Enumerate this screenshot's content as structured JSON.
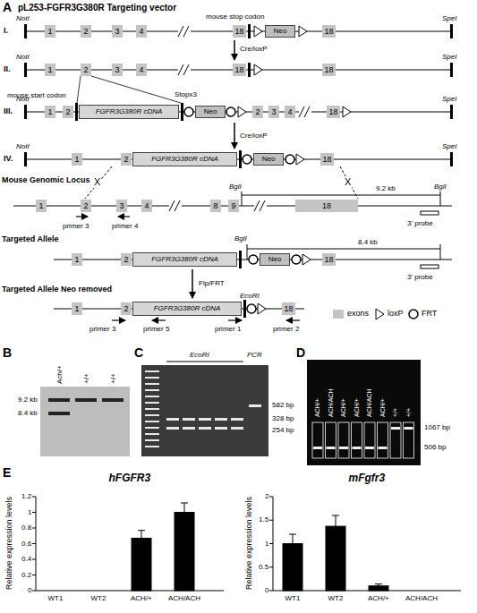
{
  "diagram": {
    "nodes": [
      {
        "text": [
          "1"
        ]
      },
      {
        "text": [
          "2"
        ]
      },
      {
        "text": [
          "3"
        ]
      },
      {
        "text": [
          "4"
        ]
      },
      {
        "text": [
          "18"
        ]
      },
      {
        "text": [
          "Neo"
        ]
      },
      {
        "text": [
          "18"
        ]
      },
      {
        "text": [
          "1"
        ]
      },
      {
        "text": [
          "2"
        ]
      },
      {
        "text": [
          "3"
        ]
      },
      {
        "text": [
          "4"
        ]
      },
      {
        "text": [
          "18"
        ]
      },
      {
        "text": [
          "18"
        ]
      },
      {
        "text": [
          "1"
        ]
      },
      {
        "text": [
          "2"
        ]
      },
      {
        "text": [
          "FGFR3G380R cDNA"
        ]
      },
      {
        "text": [
          "Neo"
        ]
      },
      {
        "text": [
          "2"
        ]
      },
      {
        "text": [
          "3"
        ]
      },
      {
        "text": [
          "4"
        ]
      },
      {
        "text": [
          "18"
        ]
      },
      {
        "text": [
          "1"
        ]
      },
      {
        "text": [
          "2"
        ]
      },
      {
        "text": [
          "FGFR3G380R cDNA"
        ]
      },
      {
        "text": [
          "Neo"
        ]
      },
      {
        "text": [
          "18"
        ]
      },
      {
        "text": [
          "1"
        ]
      },
      {
        "text": [
          "2"
        ]
      },
      {
        "text": [
          "3"
        ]
      },
      {
        "text": [
          "4"
        ]
      },
      {
        "text": [
          "8"
        ]
      },
      {
        "text": [
          "9"
        ]
      },
      {
        "text": [
          "18"
        ]
      },
      {
        "text": [
          "1"
        ]
      },
      {
        "text": [
          "2"
        ]
      },
      {
        "text": [
          "FGFR3G380R cDNA"
        ]
      },
      {
        "text": [
          "Neo"
        ]
      },
      {
        "text": [
          "18"
        ]
      },
      {
        "text": [
          "1"
        ]
      },
      {
        "text": [
          "2"
        ]
      },
      {
        "text": [
          "FGFR3G380R cDNA"
        ]
      },
      {
        "text": [
          "18"
        ]
      }
    ],
    "labels": [
      "A",
      "pL253-FGFR3G380R Targeting vector",
      "I.",
      "NotI",
      "SpeI",
      "mouse stop codon",
      "Cre/loxP",
      "II.",
      "NotI",
      "SpeI",
      "mouse start codon",
      "Stopx3",
      "III.",
      "NotI",
      "SpeI",
      "Cre/loxP",
      "IV.",
      "NotI",
      "SpeI",
      "X",
      "X",
      "Mouse Genomic Locus",
      "BglI",
      "9.2 kb",
      "BglI",
      "3' probe",
      "primer 3",
      "primer 4",
      "Targeted Allele",
      "BglI",
      "8.4 kb",
      "3' probe",
      "Flp/FRT",
      "Targeted Allele Neo removed",
      "EcoRI",
      "primer 3",
      "primer 5",
      "primer 1",
      "primer 2",
      "B",
      "Ach/+",
      "+/+",
      "+/+",
      "9.2 kb",
      "8.4 kb",
      "C",
      "EcoRI",
      "PCR",
      "582 bp",
      "328 bp",
      "254 bp",
      "D",
      "ACH/+",
      "ACH/ACH",
      "ACH/+",
      "ACH/+",
      "ACH/ACH",
      "ACH/+",
      "+/+",
      "+/+",
      "1067 bp",
      "506 bp",
      "E",
      "hFGFR3",
      "mFgfr3",
      "Relative expression levels",
      "0",
      "0.2",
      "0.4",
      "0.6",
      "0.8",
      "1",
      "1.2",
      "WT1",
      "WT2",
      "ACH/+",
      "ACH/ACH",
      "Relative expression levels",
      "0",
      "0.5",
      "1",
      "1.5",
      "2",
      "WT1",
      "WT2",
      "ACH/+",
      "ACH/ACH"
    ],
    "legend": [
      {
        "text": "exons",
        "color": "#c4c4c4"
      },
      {
        "text": "loxP"
      },
      {
        "text": "FRT"
      }
    ]
  }
}
